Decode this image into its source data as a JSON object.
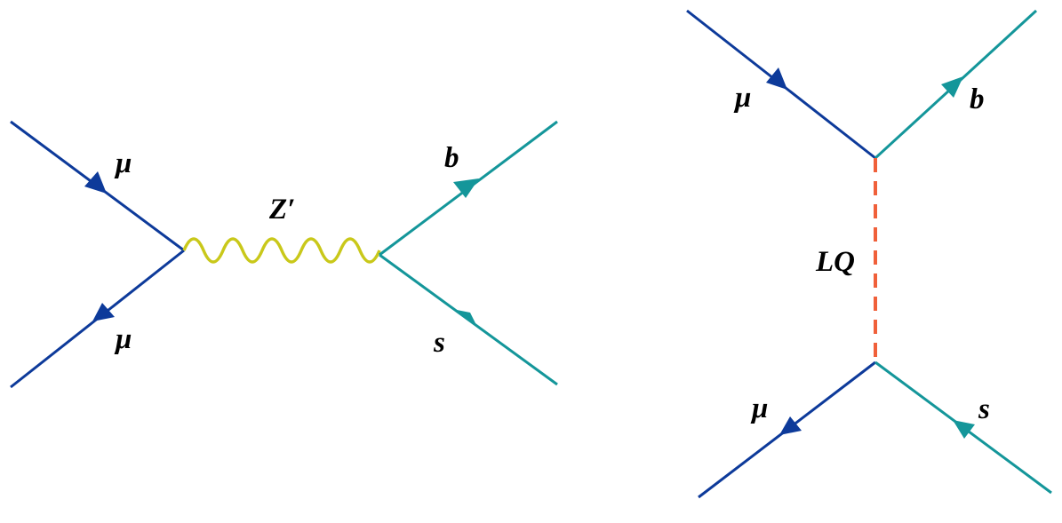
{
  "colors": {
    "muon": "#0d3a9a",
    "quark": "#14969a",
    "zprime": "#c9c81a",
    "leptoquark": "#f0603a",
    "text": "#000000",
    "background": "#ffffff"
  },
  "diagram_a": {
    "label_mu_in": "μ",
    "label_mu_out": "μ",
    "label_mediator": "Z′",
    "label_b": "b",
    "label_s": "s"
  },
  "diagram_b": {
    "label_mu_in": "μ",
    "label_b": "b",
    "label_mediator": "LQ",
    "label_mu_out": "μ",
    "label_s": "s"
  }
}
